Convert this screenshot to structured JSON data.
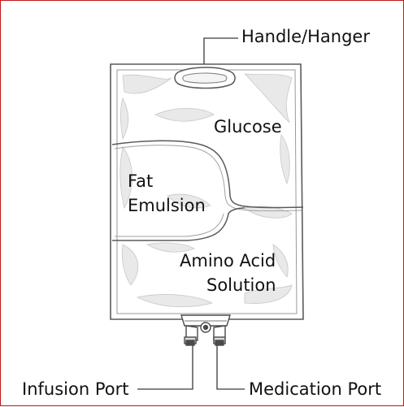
{
  "diagram": {
    "labels": {
      "handle": "Handle/Hanger",
      "chamber_top": "Glucose",
      "chamber_middle_line1": "Fat",
      "chamber_middle_line2": "Emulsion",
      "chamber_bottom_line1": "Amino Acid",
      "chamber_bottom_line2": "Solution",
      "port_left": "Infusion Port",
      "port_right": "Medication Port"
    },
    "colors": {
      "outline": "#5a5a5a",
      "fold_fill": "#e9e9e9",
      "text": "#111111",
      "border": "#c01717"
    }
  }
}
